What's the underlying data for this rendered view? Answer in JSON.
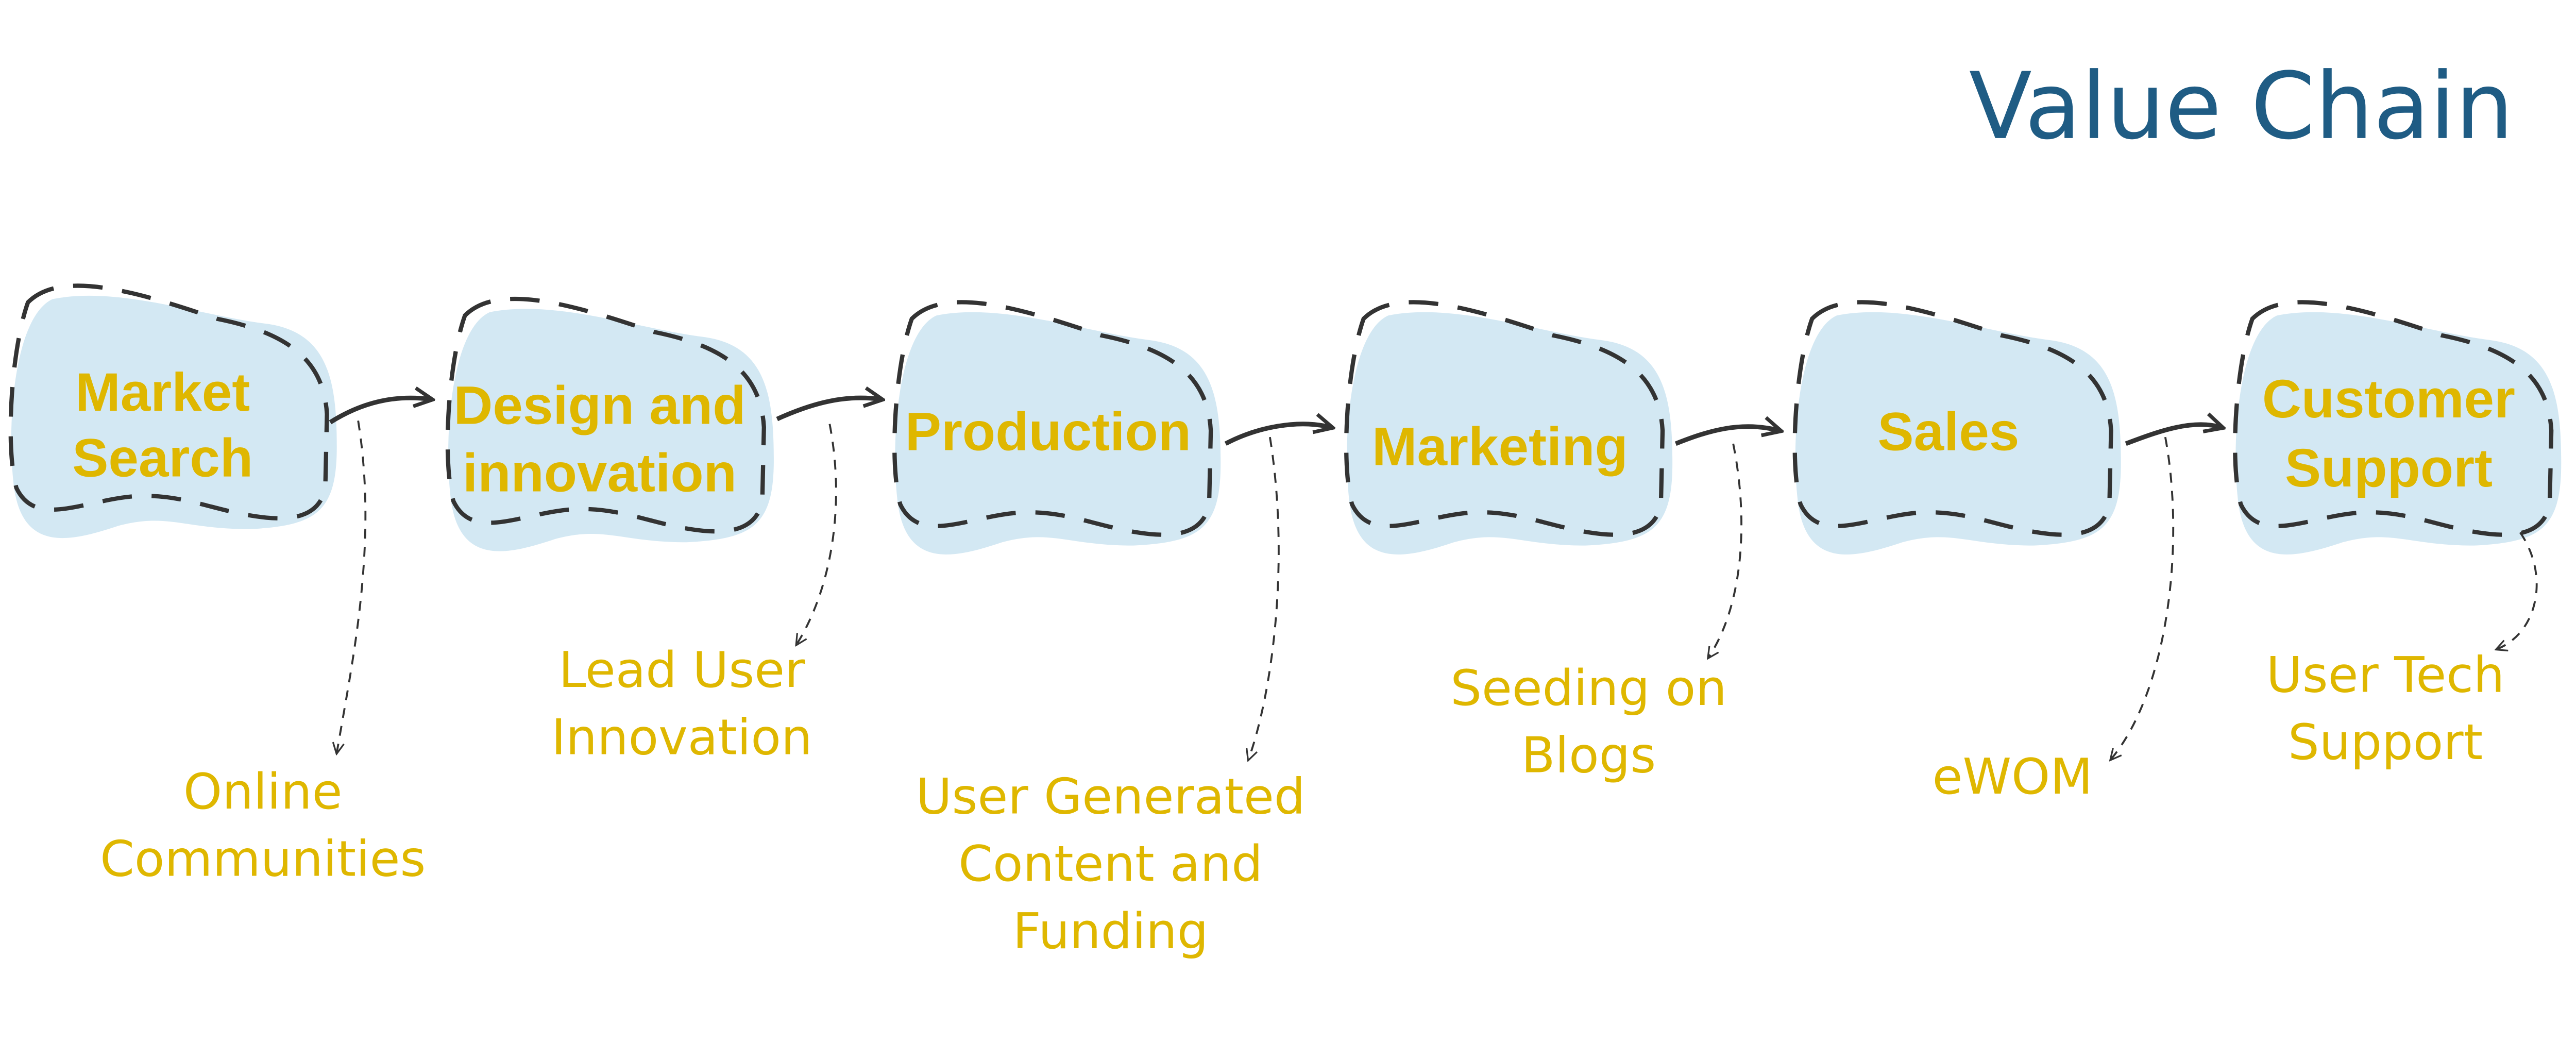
{
  "title": "Value Chain",
  "stages": [
    {
      "lines": [
        "Market",
        "Search"
      ],
      "annotation": [
        "Online",
        "Communities"
      ]
    },
    {
      "lines": [
        "Design and",
        "innovation"
      ],
      "annotation": [
        "Lead User",
        "Innovation"
      ]
    },
    {
      "lines": [
        "Production"
      ],
      "annotation": [
        "User Generated",
        "Content and",
        "Funding"
      ]
    },
    {
      "lines": [
        "Marketing"
      ],
      "annotation": [
        "Seeding on",
        "Blogs"
      ]
    },
    {
      "lines": [
        "Sales"
      ],
      "annotation": [
        "eWOM"
      ]
    },
    {
      "lines": [
        "Customer",
        "Support"
      ],
      "annotation": [
        "User Tech",
        "Support"
      ]
    }
  ],
  "colors": {
    "fill": "#d3e8f3",
    "label": "#dfb700",
    "title": "#1f5c84",
    "stroke": "#333333"
  }
}
